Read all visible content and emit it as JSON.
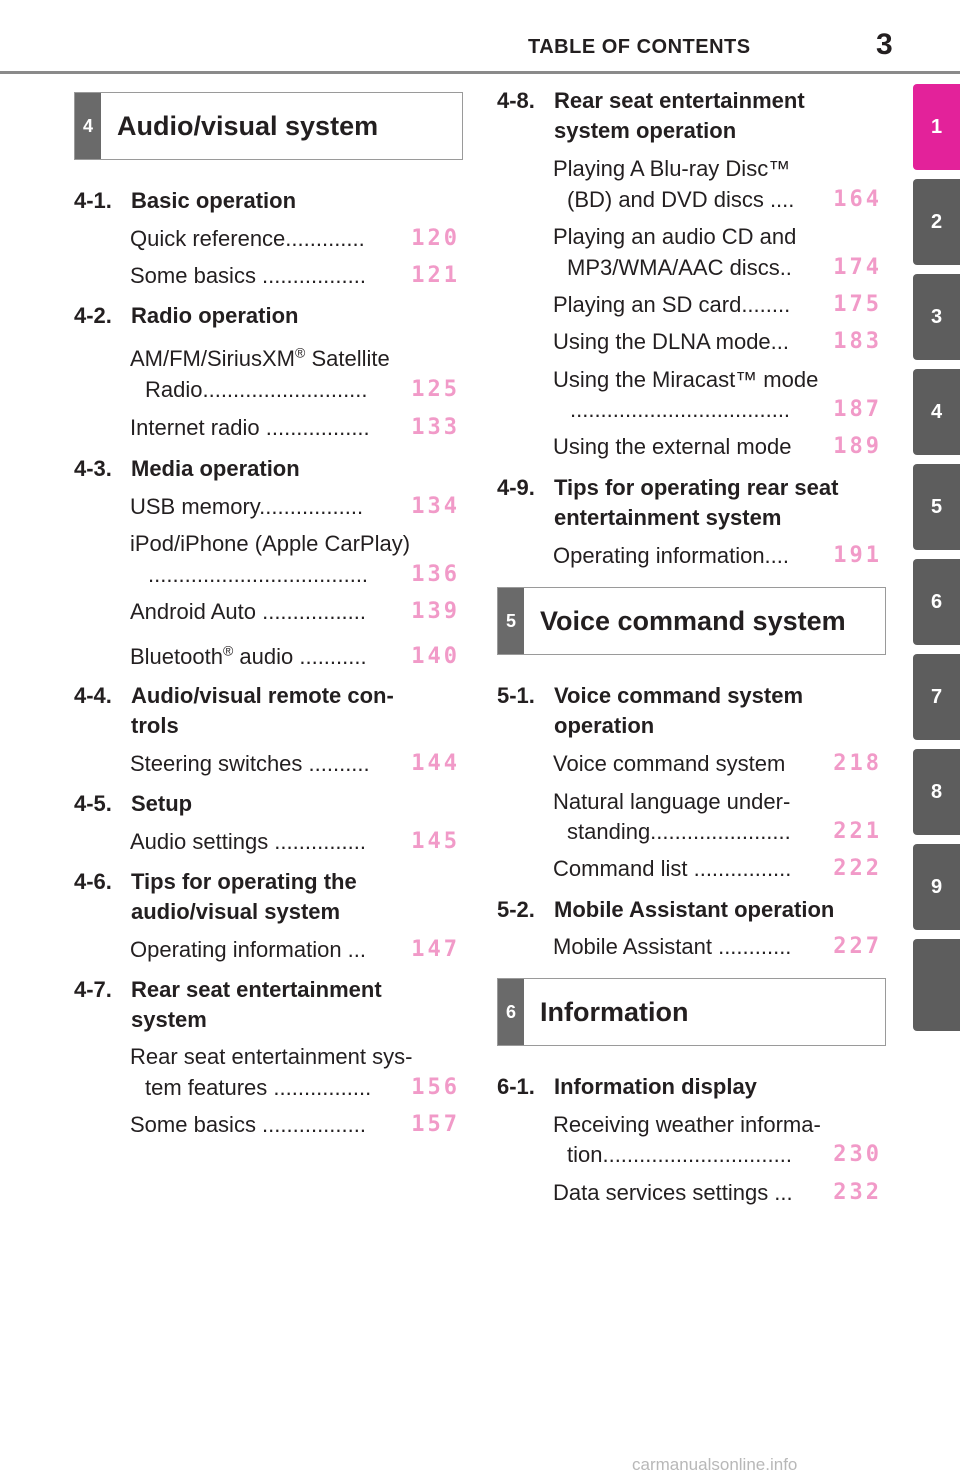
{
  "header": {
    "title": "TABLE OF CONTENTS",
    "page_number": "3"
  },
  "tabs": [
    "1",
    "2",
    "3",
    "4",
    "5",
    "6",
    "7",
    "8",
    "9"
  ],
  "sections": {
    "s4": {
      "number": "4",
      "title": "Audio/visual system"
    },
    "s5": {
      "number": "5",
      "title": "Voice command system"
    },
    "s6": {
      "number": "6",
      "title": "Information"
    }
  },
  "subs": {
    "s41": {
      "num": "4-1.",
      "l1": "Basic operation"
    },
    "s42": {
      "num": "4-2.",
      "l1": "Radio operation"
    },
    "s43": {
      "num": "4-3.",
      "l1": "Media operation"
    },
    "s44": {
      "num": "4-4.",
      "l1": "Audio/visual remote con-",
      "l2": "trols"
    },
    "s45": {
      "num": "4-5.",
      "l1": "Setup"
    },
    "s46": {
      "num": "4-6.",
      "l1": "Tips for operating the",
      "l2": "audio/visual system"
    },
    "s47": {
      "num": "4-7.",
      "l1": "Rear seat entertainment",
      "l2": "system"
    },
    "s48": {
      "num": "4-8.",
      "l1": "Rear seat entertainment",
      "l2": "system operation"
    },
    "s49": {
      "num": "4-9.",
      "l1": "Tips for operating rear seat",
      "l2": "entertainment system"
    },
    "s51": {
      "num": "5-1.",
      "l1": "Voice command system",
      "l2": "operation"
    },
    "s52": {
      "num": "5-2.",
      "l1": "Mobile Assistant operation"
    },
    "s61": {
      "num": "6-1.",
      "l1": "Information display"
    }
  },
  "entries": {
    "quick_ref": {
      "text": "Quick reference.............",
      "page": "120"
    },
    "some_basics1": {
      "text": "Some basics .................",
      "page": "121"
    },
    "am_fm_a": "AM/FM/SiriusXM",
    "reg": "®",
    "am_fm_b": " Satellite",
    "radio": {
      "text": "Radio...........................",
      "page": "125"
    },
    "internet_radio": {
      "text": "Internet radio .................",
      "page": "133"
    },
    "usb": {
      "text": "USB memory.................",
      "page": "134"
    },
    "ipod_l1": "iPod/iPhone (Apple CarPlay)",
    "ipod_l2": {
      "text": "....................................",
      "page": "136"
    },
    "android": {
      "text": "Android Auto .................",
      "page": "139"
    },
    "bt_a": "Bluetooth",
    "bt_b": {
      "text": " audio ...........",
      "page": "140"
    },
    "steering": {
      "text": "Steering switches ..........",
      "page": "144"
    },
    "audio_settings": {
      "text": "Audio settings ...............",
      "page": "145"
    },
    "op_info1": {
      "text": "Operating information ...",
      "page": "147"
    },
    "rse_l1": "Rear seat entertainment sys-",
    "rse_l2": {
      "text": "tem features ................",
      "page": "156"
    },
    "some_basics2": {
      "text": "Some basics .................",
      "page": "157"
    },
    "bluray_l1": "Playing A Blu-ray Disc™",
    "bluray_l2": {
      "text": "(BD) and DVD discs ....",
      "page": "164"
    },
    "cd_l1": "Playing an audio CD and",
    "cd_l2": {
      "text": "MP3/WMA/AAC discs..",
      "page": "174"
    },
    "sd": {
      "text": "Playing an SD card........",
      "page": "175"
    },
    "dlna": {
      "text": "Using the DLNA mode...",
      "page": "183"
    },
    "miracast_l1": "Using the Miracast™ mode",
    "miracast_l2": {
      "text": "....................................",
      "page": "187"
    },
    "external": {
      "text": "Using the external mode",
      "page": "189"
    },
    "op_info2": {
      "text": "Operating information....",
      "page": "191"
    },
    "vcs": {
      "text": "Voice command system",
      "page": "218"
    },
    "nl_l1": "Natural language under-",
    "nl_l2": {
      "text": "standing.......................",
      "page": "221"
    },
    "cmd_list": {
      "text": "Command list ................",
      "page": "222"
    },
    "mobile": {
      "text": "Mobile Assistant ............",
      "page": "227"
    },
    "weather_l1": "Receiving weather informa-",
    "weather_l2": {
      "text": "tion...............................",
      "page": "230"
    },
    "data_services": {
      "text": "Data services settings ...",
      "page": "232"
    }
  },
  "footer": "carmanualsonline.info",
  "colors": {
    "accent": "#e3229a",
    "page_number": "#f19ac8",
    "tab": "#5d5d5d",
    "section_bar": "#6a6a6a"
  }
}
